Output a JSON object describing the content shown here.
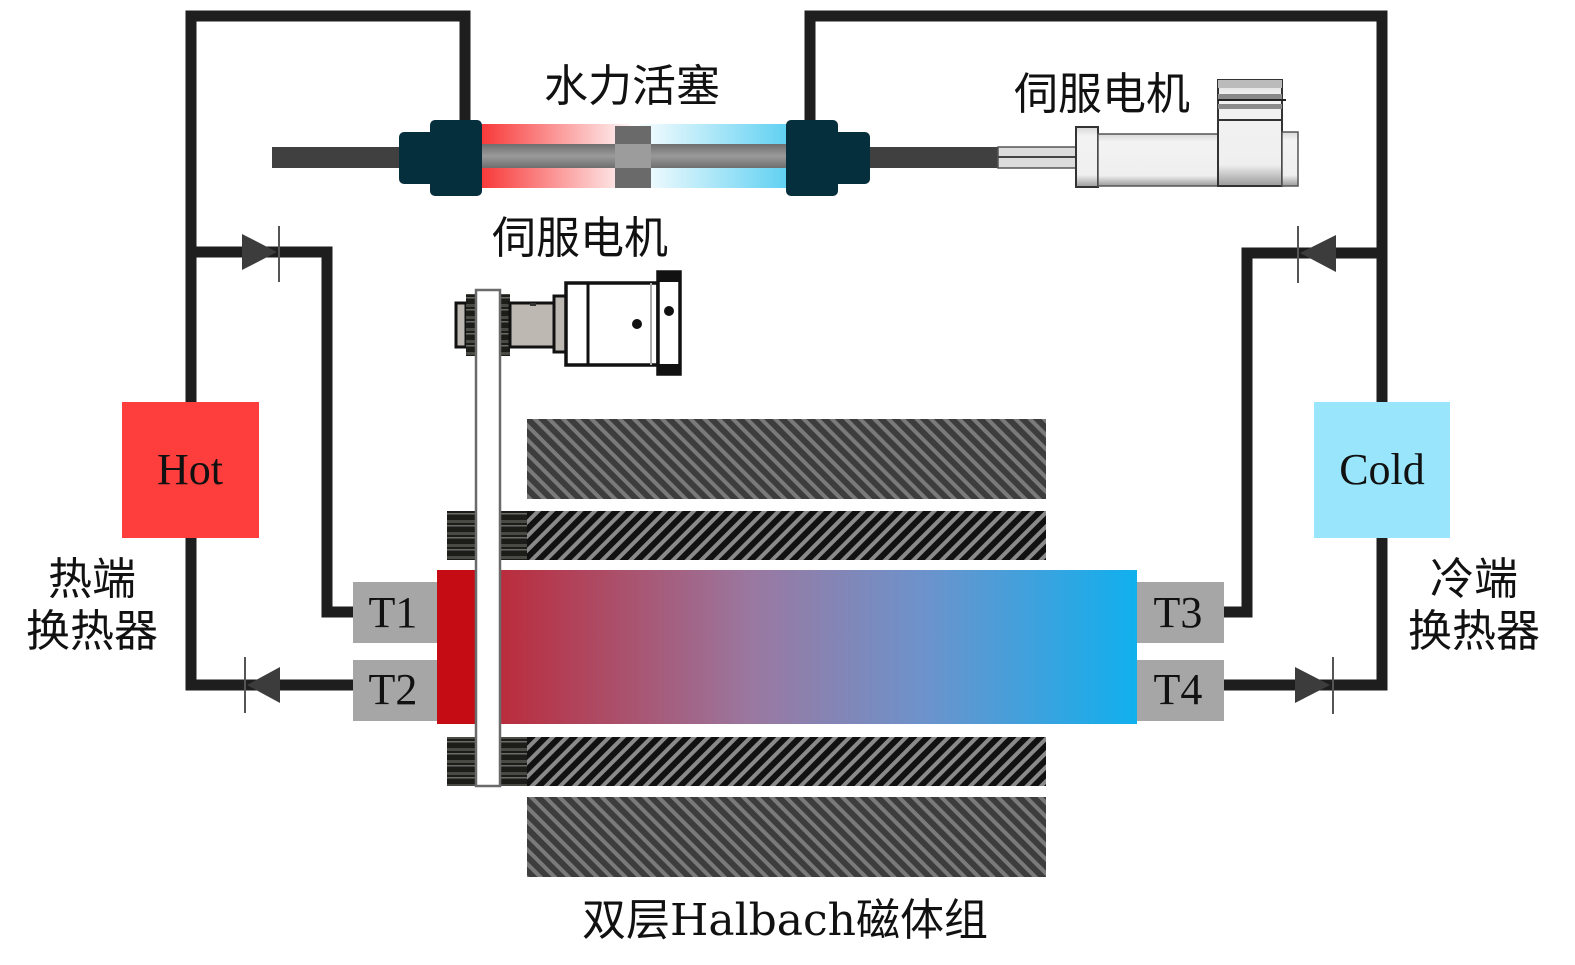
{
  "labels": {
    "hydraulic_piston": "水力活塞",
    "servo_motor_top": "伺服电机",
    "servo_motor_middle": "伺服电机",
    "hot_box": "Hot",
    "cold_box": "Cold",
    "hot_exchanger_line1": "热端",
    "hot_exchanger_line2": "换热器",
    "cold_exchanger_line1": "冷端",
    "cold_exchanger_line2": "换热器",
    "magnet_assembly": "双层Halbach磁体组",
    "sensors": [
      "T1",
      "T2",
      "T3",
      "T4"
    ]
  },
  "colors": {
    "pipe": "#1e1e1e",
    "hot_box": "#fe3d3d",
    "cold_box": "#99e6fc",
    "regenerator_hot": "#c50c15",
    "regenerator_cold": "#10b0ee",
    "sensor_box": "#a6a6a6",
    "piston_cap": "#062f3e",
    "magnet_outer": "#4a4a4a",
    "magnet_inner": "#1a1a1a"
  },
  "flow_directions": {
    "hot_upper_branch": "right",
    "hot_lower_branch": "left",
    "cold_upper_branch": "left",
    "cold_lower_branch": "right"
  }
}
